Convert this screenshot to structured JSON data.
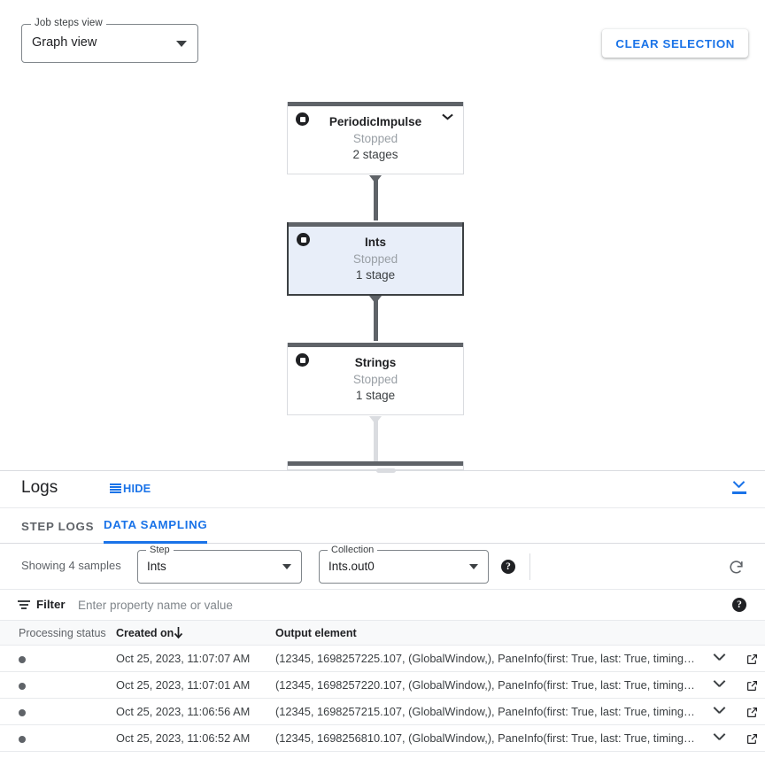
{
  "toolbar": {
    "view_select": {
      "label": "Job steps view",
      "value": "Graph view",
      "icon": "chevron-down-icon"
    },
    "clear_selection": "CLEAR SELECTION"
  },
  "graph": {
    "nodes": [
      {
        "name": "PeriodicImpulse",
        "status": "Stopped",
        "stages": "2 stages",
        "selected": false,
        "has_chevron": true
      },
      {
        "name": "Ints",
        "status": "Stopped",
        "stages": "1 stage",
        "selected": true,
        "has_chevron": false
      },
      {
        "name": "Strings",
        "status": "Stopped",
        "stages": "1 stage",
        "selected": false,
        "has_chevron": false
      }
    ]
  },
  "logs": {
    "title": "Logs",
    "hide_label": "HIDE",
    "collapse_icon": "collapse-panel-icon",
    "tabs": [
      {
        "label": "STEP LOGS",
        "active": false
      },
      {
        "label": "DATA SAMPLING",
        "active": true
      }
    ]
  },
  "sampling": {
    "showing": "Showing 4 samples",
    "step": {
      "label": "Step",
      "value": "Ints"
    },
    "collection": {
      "label": "Collection",
      "value": "Ints.out0"
    },
    "help_icon": "help-icon",
    "refresh_icon": "refresh-icon"
  },
  "filter": {
    "label": "Filter",
    "placeholder": "Enter property name or value",
    "value": "",
    "icon": "filter-icon",
    "help_icon": "help-icon"
  },
  "table": {
    "columns": [
      "Processing status",
      "Created on",
      "Output element"
    ],
    "sort_column": "Created on",
    "sort_direction": "desc",
    "rows": [
      {
        "status": "processed",
        "created_on": "Oct 25, 2023, 11:07:07 AM",
        "output_element": "(12345, 1698257225.107, (GlobalWindow,), PaneInfo(first: True, last: True, timing…"
      },
      {
        "status": "processed",
        "created_on": "Oct 25, 2023, 11:07:01 AM",
        "output_element": "(12345, 1698257220.107, (GlobalWindow,), PaneInfo(first: True, last: True, timing…"
      },
      {
        "status": "processed",
        "created_on": "Oct 25, 2023, 11:06:56 AM",
        "output_element": "(12345, 1698257215.107, (GlobalWindow,), PaneInfo(first: True, last: True, timing…"
      },
      {
        "status": "processed",
        "created_on": "Oct 25, 2023, 11:06:52 AM",
        "output_element": "(12345, 1698256810.107, (GlobalWindow,), PaneInfo(first: True, last: True, timing…"
      }
    ],
    "row_icons": {
      "expand": "chevron-down-icon",
      "open": "open-in-new-icon"
    }
  },
  "colors": {
    "accent": "#1a73e8",
    "node_bar": "#5f6368",
    "selected_node_bg": "#e8eef9"
  }
}
